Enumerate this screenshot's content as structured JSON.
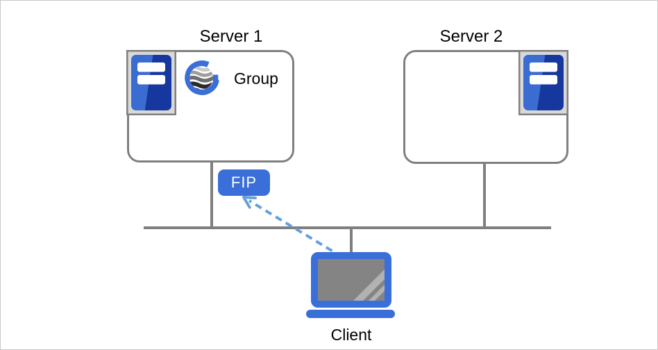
{
  "labels": {
    "server1": "Server 1",
    "server2": "Server 2",
    "group": "Group",
    "fip": "FIP",
    "client": "Client"
  },
  "icons": {
    "server1_badge": "server-tower-icon",
    "server2_badge": "server-tower-icon",
    "group_logo": "group-globe-g-icon",
    "client_device": "laptop-icon",
    "traffic_arrow": "dashed-arrow-icon"
  },
  "colors": {
    "accent_blue": "#3A6ED8",
    "tower_light": "#3A6CD2",
    "tower_dark": "#16389E",
    "icon_box_fill": "#D9D9D9",
    "line_gray": "#7F7F7F",
    "screen_gray": "#848484",
    "glare_gray": "#B2B2B2",
    "arrow_blue": "#63A0DC",
    "frame_border": "#C8C8C8",
    "label_black": "#000000",
    "white": "#FFFFFF"
  }
}
